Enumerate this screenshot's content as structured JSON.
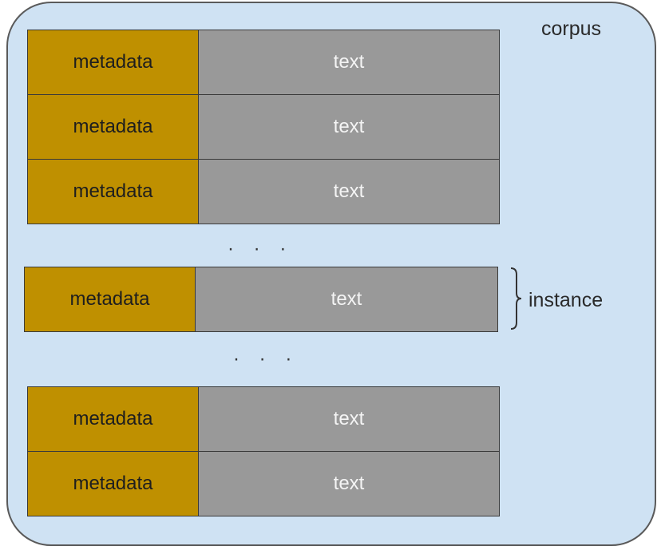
{
  "corpus": {
    "label": "corpus"
  },
  "groups": [
    {
      "records": [
        {
          "meta": "metadata",
          "text": "text"
        },
        {
          "meta": "metadata",
          "text": "text"
        },
        {
          "meta": "metadata",
          "text": "text"
        }
      ]
    },
    {
      "records": [
        {
          "meta": "metadata",
          "text": "text"
        }
      ]
    },
    {
      "records": [
        {
          "meta": "metadata",
          "text": "text"
        },
        {
          "meta": "metadata",
          "text": "text"
        }
      ]
    }
  ],
  "ellipses": [
    "· · ·",
    "· · ·"
  ],
  "instance": {
    "label": "instance"
  },
  "colors": {
    "corpus_bg": "#cfe2f3",
    "metadata_bg": "#bf9000",
    "text_bg": "#999999"
  }
}
